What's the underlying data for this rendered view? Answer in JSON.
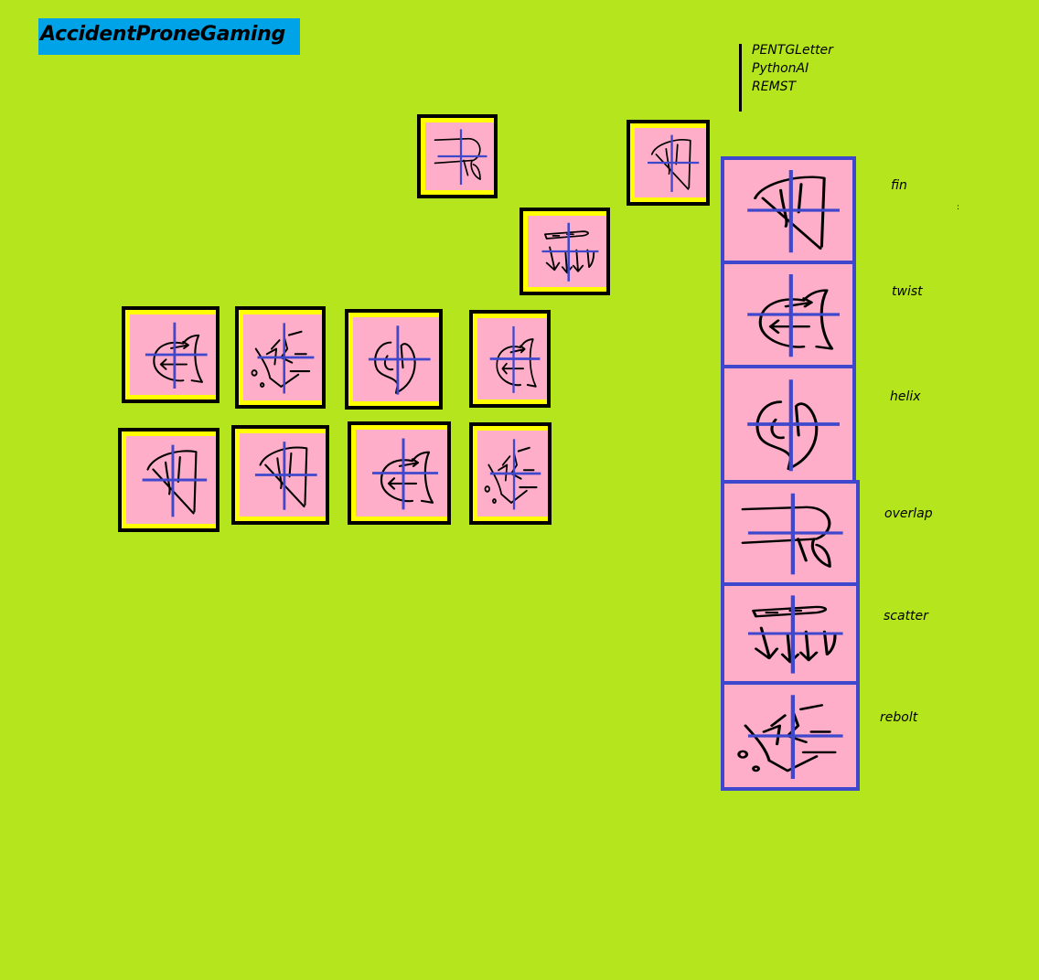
{
  "brand": {
    "name": "AccidentProneGaming"
  },
  "credits": [
    "PENTGLetter",
    "PythonAI",
    "REMST"
  ],
  "legend": [
    {
      "glyph": "fin",
      "label": "fin"
    },
    {
      "glyph": "twist",
      "label": "twist"
    },
    {
      "glyph": "helix",
      "label": "helix"
    },
    {
      "glyph": "overlap",
      "label": "overlap"
    },
    {
      "glyph": "scatter",
      "label": "scatter"
    },
    {
      "glyph": "rebolt",
      "label": "rebolt"
    }
  ],
  "tiles": [
    {
      "glyph": "overlap"
    },
    {
      "glyph": "fin"
    },
    {
      "glyph": "scatter"
    },
    {
      "glyph": "twist"
    },
    {
      "glyph": "rebolt"
    },
    {
      "glyph": "helix"
    },
    {
      "glyph": "twist"
    },
    {
      "glyph": "fin"
    },
    {
      "glyph": "fin"
    },
    {
      "glyph": "twist"
    },
    {
      "glyph": "rebolt"
    }
  ],
  "colors": {
    "background": "#b5e61d",
    "brand_bg": "#00a2e8",
    "tile_border": "#000000",
    "tile_fill": "#ffff00",
    "glyph_bg": "#ffaec9",
    "cross": "#3f48cc",
    "legend_border": "#3f48cc"
  }
}
